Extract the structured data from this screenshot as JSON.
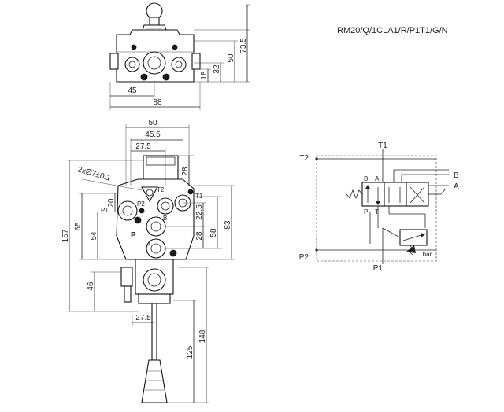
{
  "model_code": "RM20/Q/1CLA1/R/P1T1/G/N",
  "top_view": {
    "dims": {
      "h73_5": "73.5",
      "h50": "50",
      "h32": "32",
      "h18": "18",
      "w45": "45",
      "w88": "88"
    }
  },
  "front_view": {
    "dims": {
      "w50": "50",
      "w45_5": "45.5",
      "w27_5_top": "27.5",
      "h28_top": "28",
      "holes": "2xØ7±0.1",
      "h20": "20",
      "h65": "65",
      "h54": "54",
      "h157": "157",
      "h46": "46",
      "h22_5": "22.5",
      "h28_mid": "28",
      "h58": "58",
      "h83": "83",
      "w27_5_bottom": "27.5",
      "h125": "125",
      "h148": "148"
    },
    "ports": {
      "t2": "T2",
      "p1": "P1",
      "t1": "T1",
      "p2": "P2",
      "b": "B",
      "a": "A",
      "p": "P"
    }
  },
  "schematic": {
    "labels": {
      "t1": "T1",
      "t2": "T2",
      "p1": "P1",
      "p2": "P2",
      "b": "B",
      "a": "A",
      "valve_b": "B",
      "valve_a": "A",
      "valve_p": "P",
      "valve_t": "T",
      "relief": "...bar"
    }
  }
}
